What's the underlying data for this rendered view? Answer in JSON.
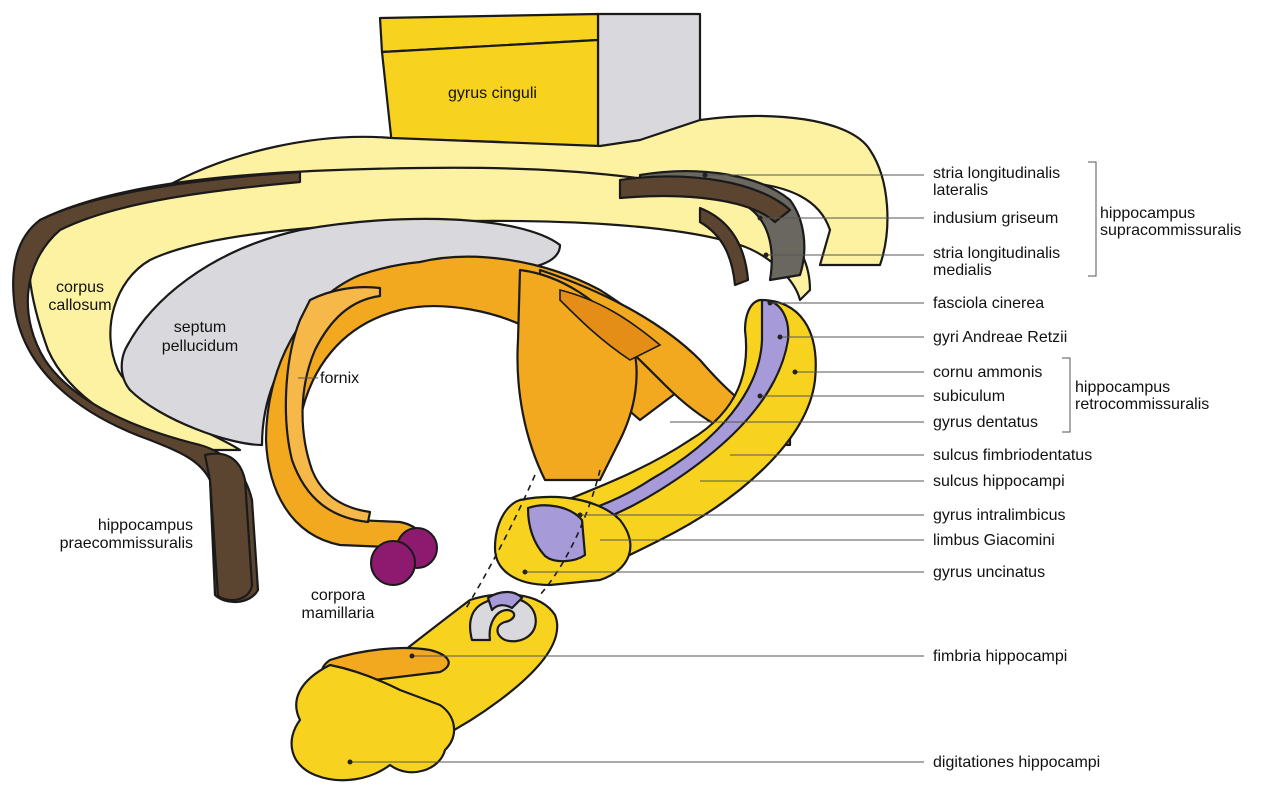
{
  "labels": {
    "gyrus_cinguli": "gyrus cinguli",
    "corpus_callosum_1": "corpus",
    "corpus_callosum_2": "callosum",
    "septum_1": "septum",
    "septum_2": "pellucidum",
    "fornix": "fornix",
    "praecomm_1": "hippocampus",
    "praecomm_2": "praecommissuralis",
    "mamillaria_1": "corpora",
    "mamillaria_2": "mamillaria",
    "stria_lat_1": "stria longitudinalis",
    "stria_lat_2": "lateralis",
    "indusium": "indusium griseum",
    "stria_med_1": "stria longitudinalis",
    "stria_med_2": "medialis",
    "supra_1": "hippocampus",
    "supra_2": "supracommissuralis",
    "fasciola": "fasciola cinerea",
    "retzii": "gyri Andreae Retzii",
    "cornu": "cornu ammonis",
    "subiculum": "subiculum",
    "dentatus": "gyrus dentatus",
    "retro_1": "hippocampus",
    "retro_2": "retrocommissuralis",
    "fimbriodentatus": "sulcus fimbriodentatus",
    "sulcus_hippo": "sulcus hippocampi",
    "intralimbicus": "gyrus intralimbicus",
    "giacomini": "limbus Giacomini",
    "uncinatus": "gyrus uncinatus",
    "fimbria": "fimbria hippocampi",
    "digitationes": "digitationes hippocampi"
  },
  "colors": {
    "yellow_light": "#fdf1a2",
    "yellow": "#f7d21f",
    "orange": "#f2a81f",
    "orange_dark": "#e58e17",
    "brown": "#5c4530",
    "grey_light": "#d9d8dc",
    "grey_dark": "#6a6660",
    "lilac": "#a79ad8",
    "purple": "#8d1a6e"
  }
}
